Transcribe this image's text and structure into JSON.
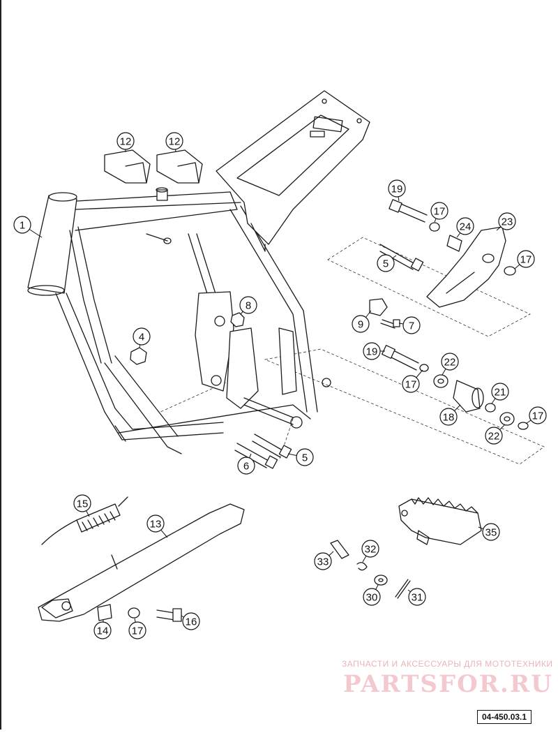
{
  "diagram": {
    "callouts": [
      {
        "label": "1"
      },
      {
        "label": "12"
      },
      {
        "label": "12"
      },
      {
        "label": "4"
      },
      {
        "label": "8"
      },
      {
        "label": "9"
      },
      {
        "label": "7"
      },
      {
        "label": "19"
      },
      {
        "label": "17"
      },
      {
        "label": "24"
      },
      {
        "label": "23"
      },
      {
        "label": "17"
      },
      {
        "label": "5"
      },
      {
        "label": "19"
      },
      {
        "label": "22"
      },
      {
        "label": "17"
      },
      {
        "label": "21"
      },
      {
        "label": "18"
      },
      {
        "label": "17"
      },
      {
        "label": "22"
      },
      {
        "label": "6"
      },
      {
        "label": "5"
      },
      {
        "label": "15"
      },
      {
        "label": "13"
      },
      {
        "label": "14"
      },
      {
        "label": "17"
      },
      {
        "label": "16"
      },
      {
        "label": "32"
      },
      {
        "label": "33"
      },
      {
        "label": "35"
      },
      {
        "label": "30"
      },
      {
        "label": "31"
      }
    ]
  },
  "watermark": {
    "caption": "ЗАПЧАСТИ И АКСЕССУАРЫ ДЛЯ МОТОТЕХНИКИ",
    "logo": "PARTSFOR.RU"
  },
  "reference_code": "04-450.03.1"
}
